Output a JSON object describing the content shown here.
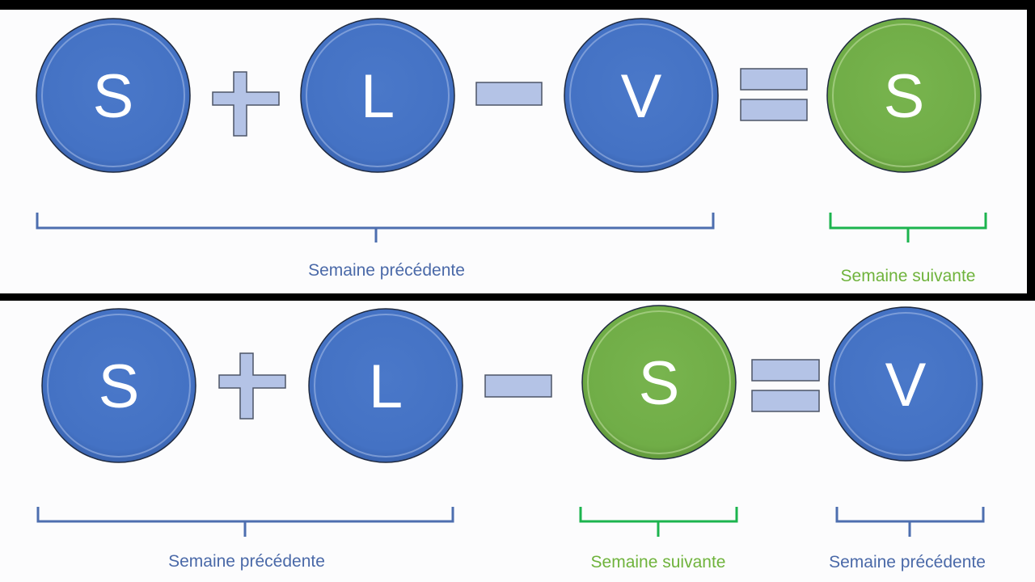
{
  "colors": {
    "blue": "#4472c4",
    "green": "#70ad47",
    "operator_fill": "#b4c3e6",
    "bracket_blue": "#4d6eaf",
    "bracket_green": "#1cb44e",
    "caption_blue": "#4a69a8",
    "caption_green": "#6fb33c"
  },
  "equations": [
    {
      "name": "top",
      "terms": [
        {
          "letter": "S",
          "color": "blue"
        },
        {
          "operator": "plus"
        },
        {
          "letter": "L",
          "color": "blue"
        },
        {
          "operator": "minus"
        },
        {
          "letter": "V",
          "color": "blue"
        },
        {
          "operator": "equals"
        },
        {
          "letter": "S",
          "color": "green"
        }
      ],
      "captions": [
        {
          "text": "Semaine précédente",
          "color": "blue"
        },
        {
          "text": "Semaine suivante",
          "color": "green"
        }
      ]
    },
    {
      "name": "bottom",
      "terms": [
        {
          "letter": "S",
          "color": "blue"
        },
        {
          "operator": "plus"
        },
        {
          "letter": "L",
          "color": "blue"
        },
        {
          "operator": "minus"
        },
        {
          "letter": "S",
          "color": "green"
        },
        {
          "operator": "equals"
        },
        {
          "letter": "V",
          "color": "blue"
        }
      ],
      "captions": [
        {
          "text": "Semaine précédente",
          "color": "blue"
        },
        {
          "text": "Semaine suivante",
          "color": "green"
        },
        {
          "text": "Semaine précédente",
          "color": "blue"
        }
      ]
    }
  ]
}
